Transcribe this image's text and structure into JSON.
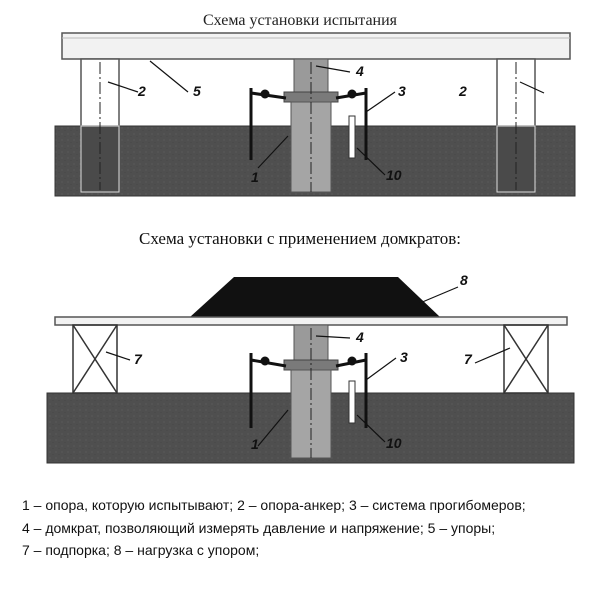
{
  "diagram1": {
    "title": "Схема установки испытания",
    "labels": {
      "pile": "1",
      "anchor_left": "2",
      "anchor_right": "2",
      "gauges": "3",
      "jack": "4",
      "beam": "5",
      "rod": "10"
    }
  },
  "diagram2": {
    "title": "Схема установки с применением домкратов:",
    "labels": {
      "pile": "1",
      "gauges": "3",
      "jack": "4",
      "prop_left": "7",
      "prop_right": "7",
      "load": "8",
      "rod": "10"
    }
  },
  "legend": {
    "line1": "1 – опора, которую испытывают; 2 – опора-анкер; 3 – система прогибомеров;",
    "line2": "4 – домкрат, позволяющий измерять давление и напряжение; 5 – упоры;",
    "line3": "7 – подпорка; 8 – нагрузка с упором;"
  },
  "colors": {
    "ground": "#4f4f4f",
    "ground_dark": "#3a3a3a",
    "load": "#111111",
    "pile": "#9a9a9a",
    "beam": "#f2f2f2"
  }
}
